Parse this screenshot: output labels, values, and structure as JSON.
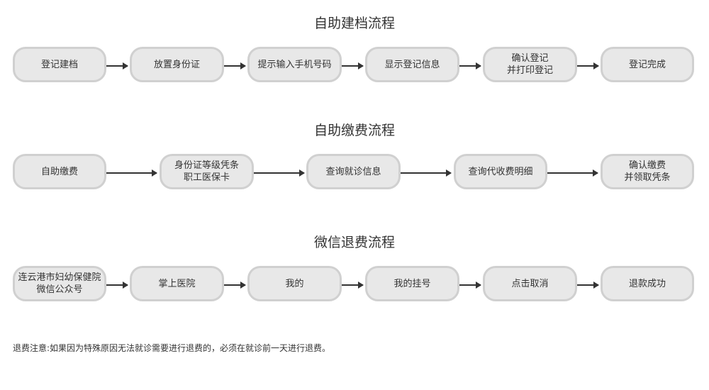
{
  "flow1": {
    "title": "自助建档流程",
    "steps": [
      "登记建档",
      "放置身份证",
      "提示输入手机号码",
      "显示登记信息",
      "确认登记\n并打印登记",
      "登记完成"
    ]
  },
  "flow2": {
    "title": "自助缴费流程",
    "steps": [
      "自助缴费",
      "身份证等级凭条\n职工医保卡",
      "查询就诊信息",
      "查询代收费明细",
      "确认缴费\n并领取凭条"
    ]
  },
  "flow3": {
    "title": "微信退费流程",
    "steps": [
      "连云港市妇幼保健院\n微信公众号",
      "掌上医院",
      "我的",
      "我的挂号",
      "点击取消",
      "退款成功"
    ]
  },
  "note": "退费注意:如果因为特殊原因无法就诊需要进行退费的，必须在就诊前一天进行退费。"
}
